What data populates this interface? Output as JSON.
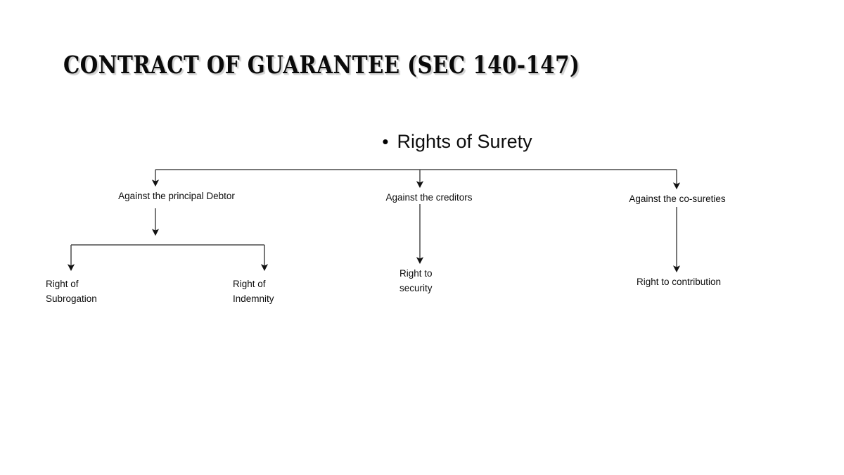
{
  "slide": {
    "background_color": "#ffffff",
    "title": "Contract of guarantee (sec 140-147)",
    "heading": {
      "bullet": "•",
      "text": "Rights of Surety"
    },
    "line_color": "#404040",
    "text_color": "#0d0d0d",
    "diagram": {
      "type": "tree",
      "root": "Rights of Surety",
      "tier1": [
        {
          "id": "principal-debtor",
          "label": "Against the principal Debtor"
        },
        {
          "id": "creditors",
          "label": "Against the creditors"
        },
        {
          "id": "co-sureties",
          "label": "Against the co-sureties"
        }
      ],
      "tier2": [
        {
          "id": "subrogation",
          "parent": "principal-debtor",
          "label": "Right of\nSubrogation"
        },
        {
          "id": "indemnity",
          "parent": "principal-debtor",
          "label": "Right of\nIndemnity"
        },
        {
          "id": "security",
          "parent": "creditors",
          "label": "Right to\nsecurity"
        },
        {
          "id": "contribution",
          "parent": "co-sureties",
          "label": "Right to contribution"
        }
      ]
    }
  }
}
